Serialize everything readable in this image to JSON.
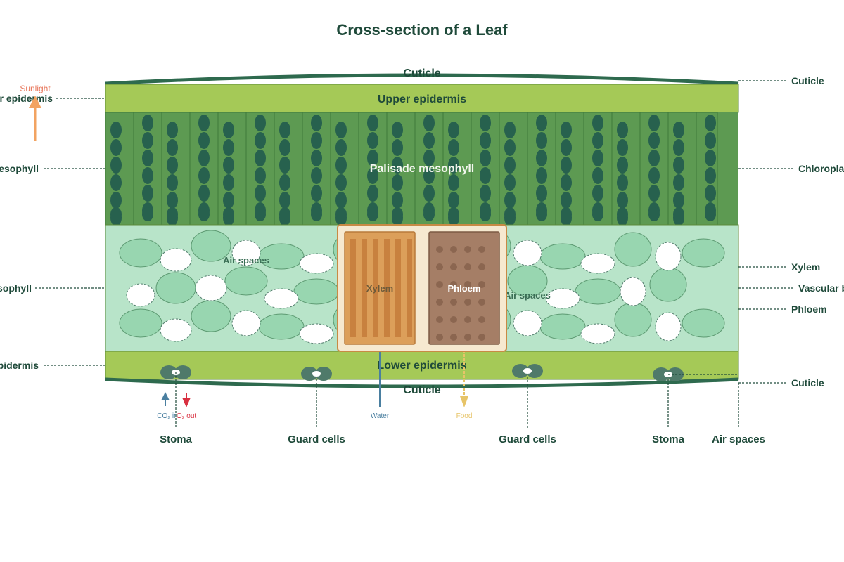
{
  "title": "Cross-section of a Leaf",
  "layers": {
    "cuticle_top": "Cuticle",
    "upper_epidermis": "Upper epidermis",
    "palisade": "Palisade mesophyll",
    "lower_epidermis": "Lower epidermis",
    "cuticle_bottom": "Cuticle"
  },
  "inner_labels": {
    "air_spaces_left": "Air spaces",
    "air_spaces_right": "Air spaces",
    "xylem": "Xylem",
    "phloem": "Phloem"
  },
  "left_labels": {
    "upper_epidermis": "Upper epidermis",
    "palisade": "Palisade mesophyll",
    "spongy": "Spongy mesophyll",
    "lower_epidermis": "Lower epidermis"
  },
  "right_labels": {
    "cuticle_top": "Cuticle",
    "chloroplasts": "Chloroplasts",
    "xylem": "Xylem",
    "vascular_bundle": "Vascular bundle",
    "phloem": "Phloem",
    "cuticle_bottom": "Cuticle"
  },
  "arrows": {
    "sunlight": "Sunlight",
    "gas": "CO₂ in",
    "gas_out": "O₂ out",
    "water": "Water",
    "food": "Food"
  },
  "bottom_labels": {
    "stoma_left": "Stoma",
    "guard_left": "Guard cells",
    "guard_right": "Guard cells",
    "stoma_right": "Stoma",
    "air_spaces": "Air spaces"
  },
  "colors": {
    "cuticle": "#2e6a4e",
    "epidermis": "#a5c957",
    "palisade_cell": "#5d9a52",
    "chloroplast": "#27614e",
    "spongy_bg": "#b8e4c9",
    "spongy_cell": "#98d6b0",
    "xylem": "#dc9f5a",
    "phloem": "#a57e66",
    "sunlight": "#f2a361",
    "co2": "#4a7fa0",
    "o2": "#d93040",
    "water": "#4a7fa0",
    "food": "#e7c468"
  }
}
